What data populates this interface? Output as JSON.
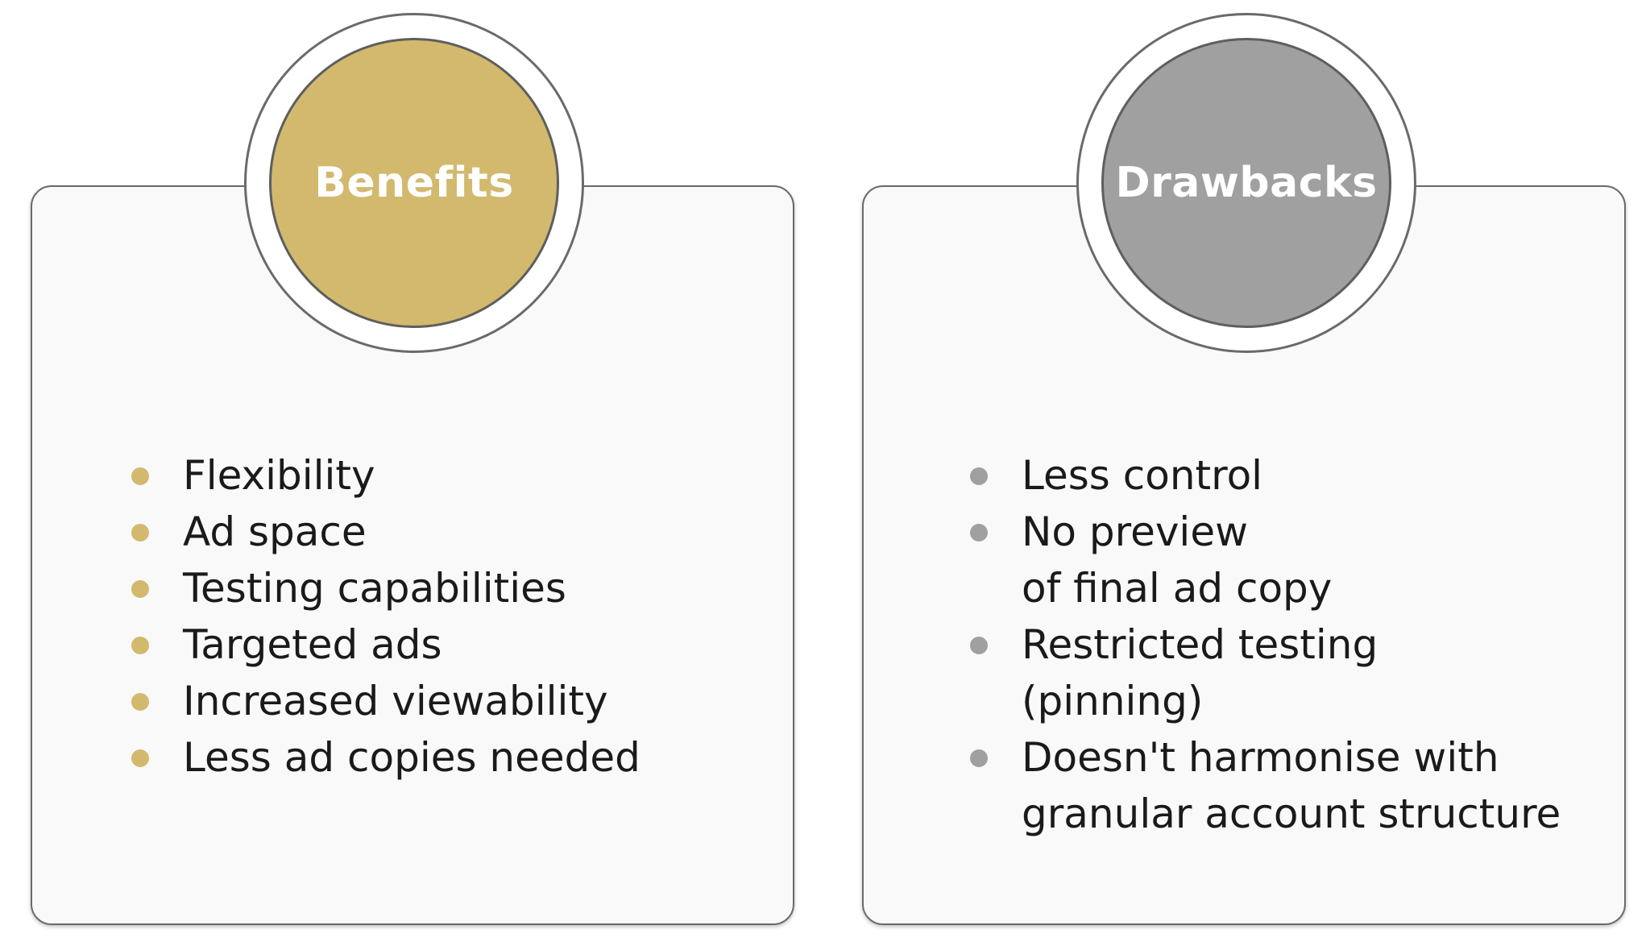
{
  "colors": {
    "benefits_accent": "#d2b96e",
    "drawbacks_accent": "#a0a0a0"
  },
  "benefits": {
    "title": "Benefits",
    "items": [
      [
        "Flexibility"
      ],
      [
        "Ad space"
      ],
      [
        "Testing capabilities"
      ],
      [
        "Targeted ads"
      ],
      [
        "Increased viewability"
      ],
      [
        "Less ad copies needed"
      ]
    ]
  },
  "drawbacks": {
    "title": "Drawbacks",
    "items": [
      [
        "Less control"
      ],
      [
        "No preview",
        "of final ad copy"
      ],
      [
        "Restricted testing",
        "(pinning)"
      ],
      [
        "Doesn't harmonise with",
        "granular account structure"
      ]
    ]
  }
}
